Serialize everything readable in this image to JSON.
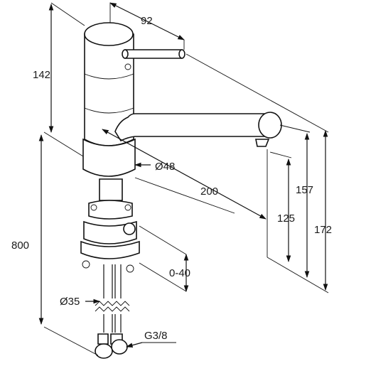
{
  "dimensions": {
    "d92": "92",
    "d142": "142",
    "d800": "800",
    "d200": "200",
    "d48": "Ø48",
    "d157": "157",
    "d125": "125",
    "d172": "172",
    "d0_40": "0-40",
    "d35": "Ø35",
    "g38": "G3/8"
  }
}
